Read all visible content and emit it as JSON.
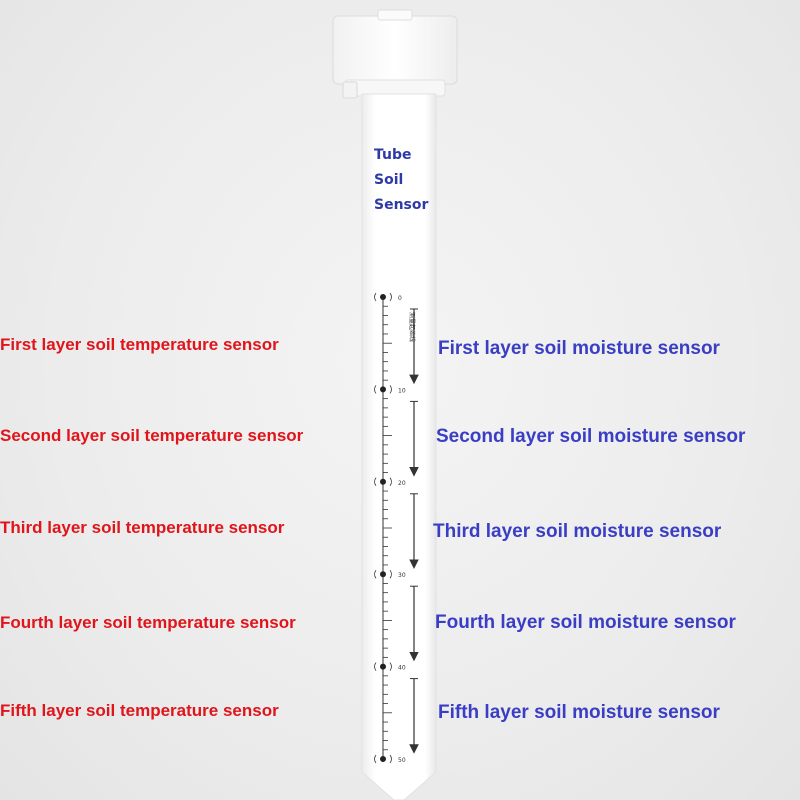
{
  "tube_title": [
    "Tube",
    "Soil",
    "Sensor"
  ],
  "scale_labels": [
    "0",
    "10",
    "20",
    "30",
    "40",
    "50"
  ],
  "vertical_note": "测量起始线",
  "temperature_sensors": [
    "First layer soil temperature sensor",
    "Second layer soil temperature sensor",
    "Third layer soil temperature sensor",
    "Fourth layer soil temperature sensor",
    "Fifth layer soil temperature sensor"
  ],
  "moisture_sensors": [
    "First layer soil moisture sensor",
    "Second layer soil moisture sensor",
    "Third layer soil moisture sensor",
    "Fourth layer soil moisture sensor",
    "Fifth layer soil moisture sensor"
  ],
  "colors": {
    "temperature_text": "#e0151b",
    "moisture_text": "#3a3ec4",
    "tube_title_text": "#2e3aa6",
    "tube_body": "#ffffff",
    "scale_marks": "#333333"
  }
}
